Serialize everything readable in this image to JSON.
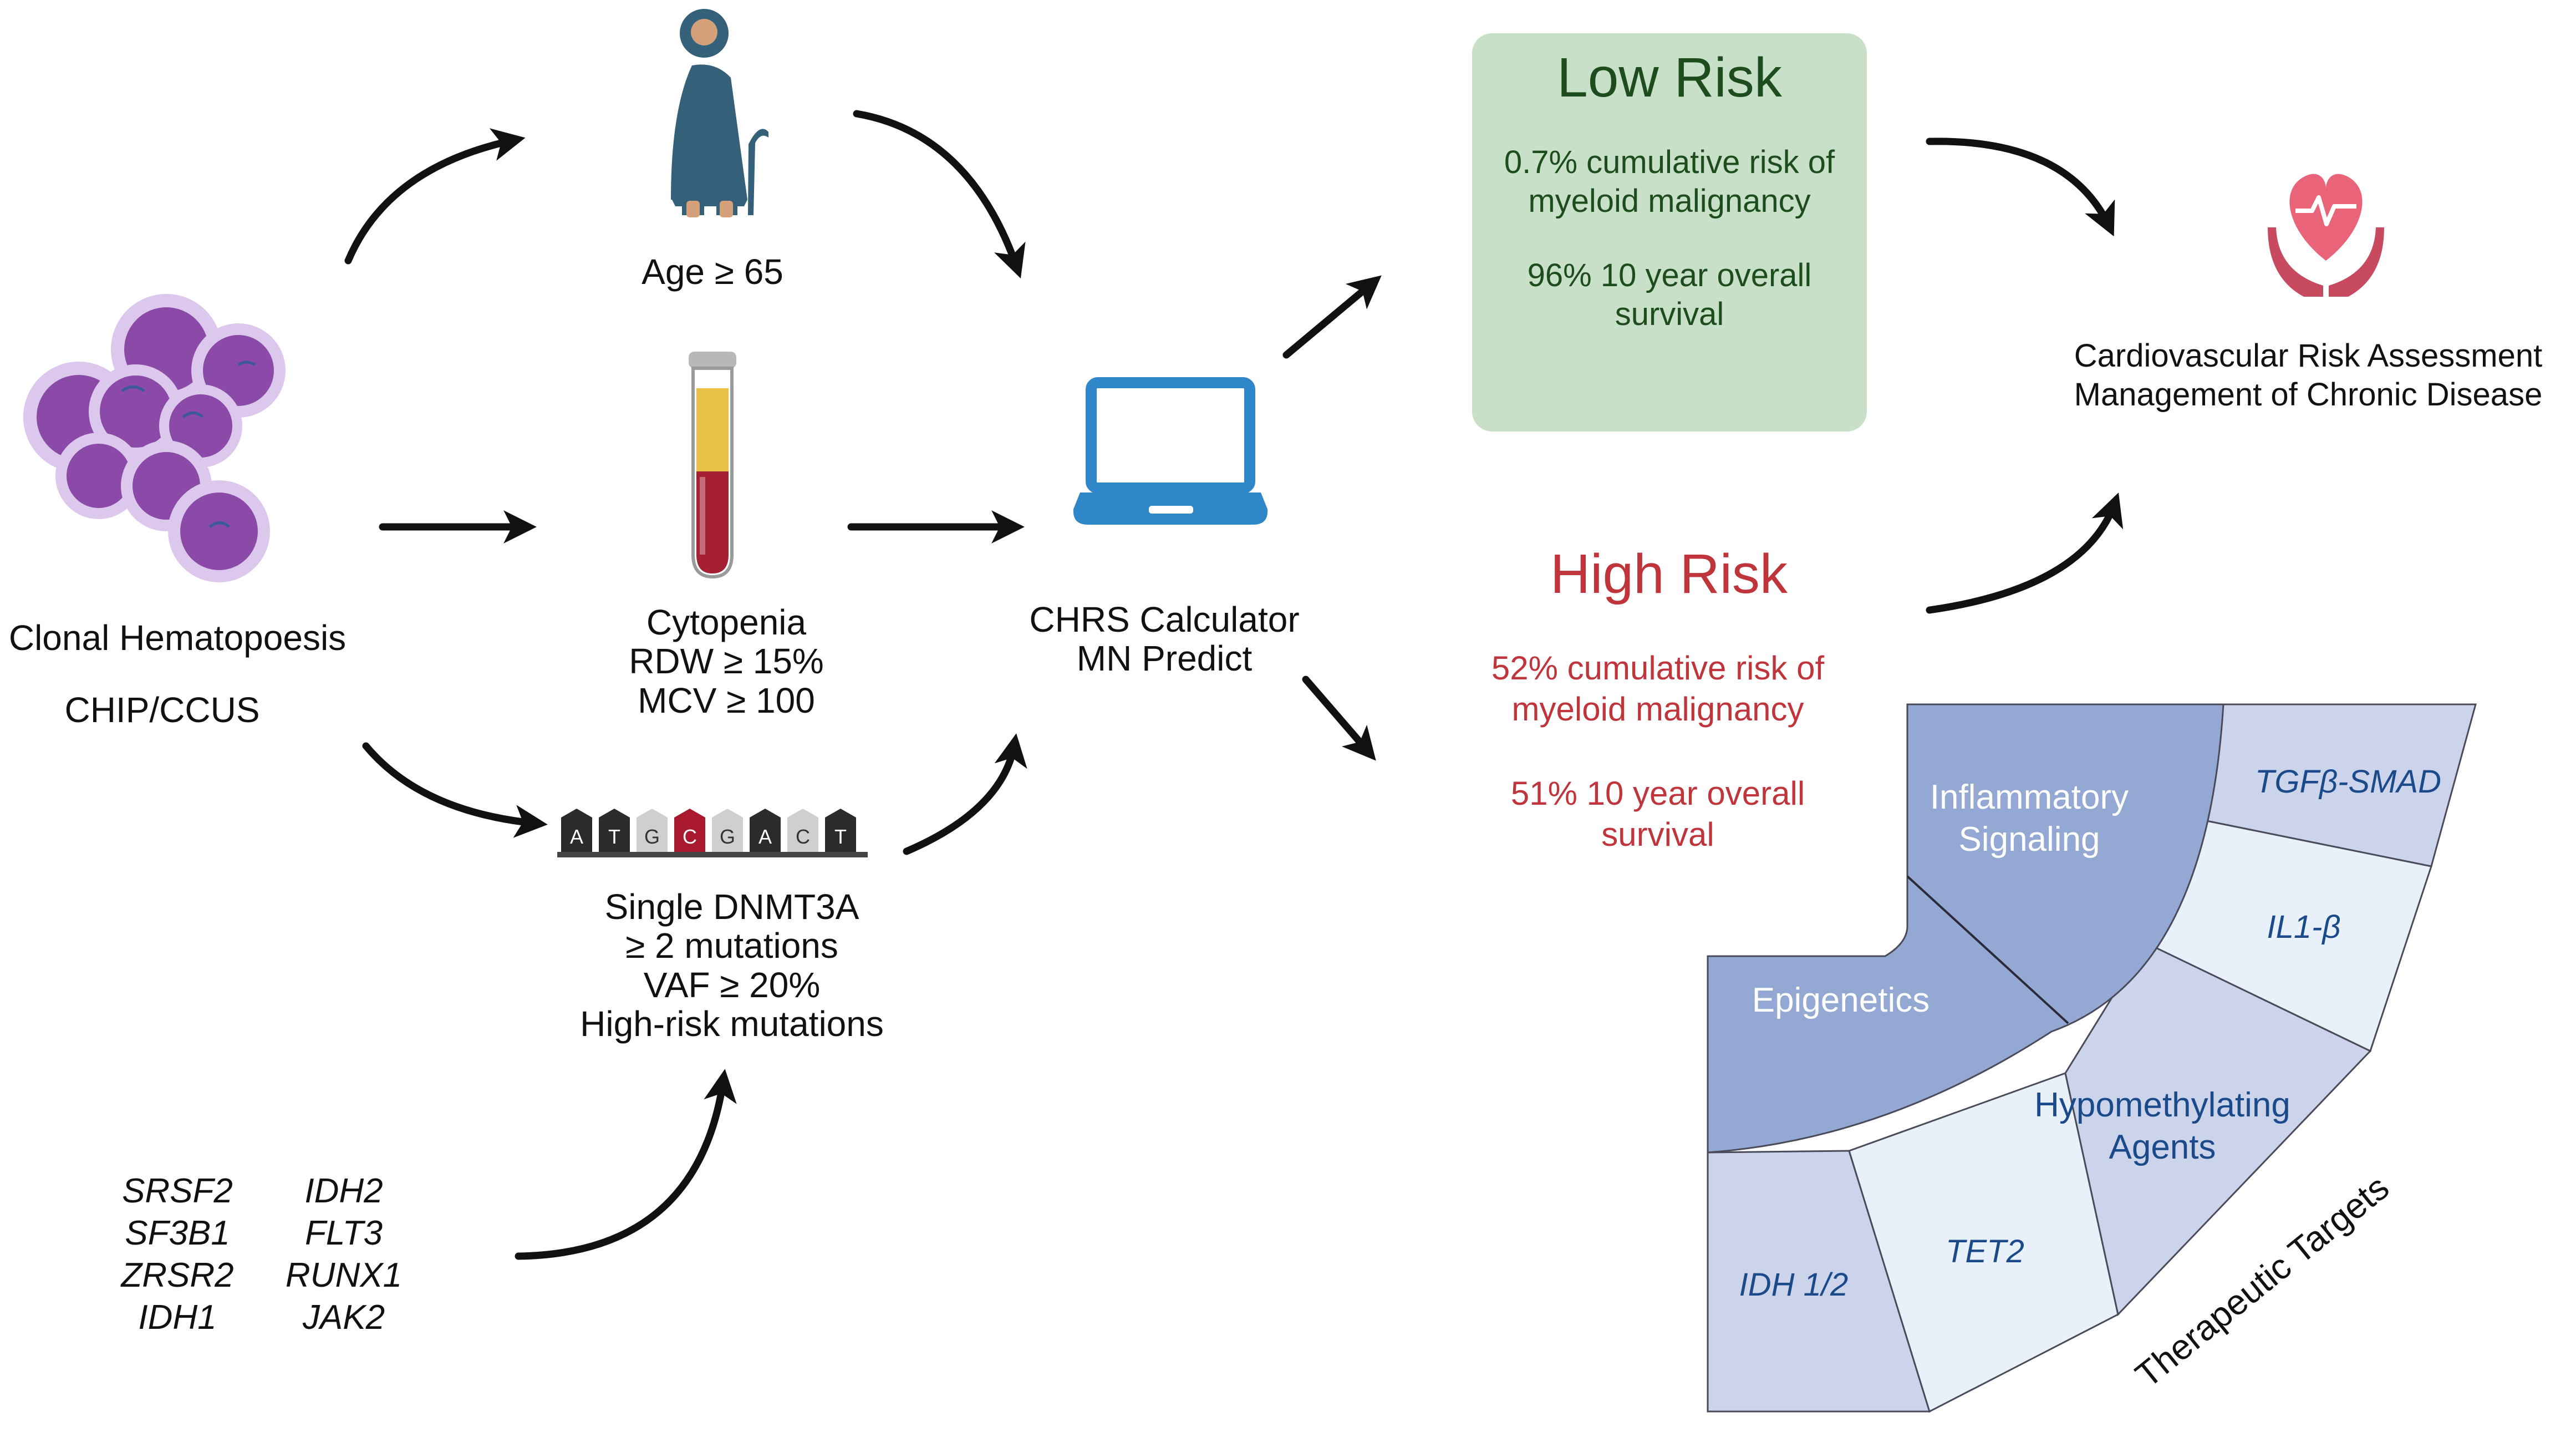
{
  "origin": {
    "title": "Clonal Hematopoesis",
    "subtitle": "CHIP/CCUS",
    "icon": "blood-cells-icon"
  },
  "criteria": {
    "age": {
      "label": "Age ≥ 65",
      "icon": "elderly-person-icon"
    },
    "cytopenia": {
      "icon": "blood-tube-icon",
      "lines": [
        "Cytopenia",
        "RDW ≥ 15%",
        "MCV ≥ 100"
      ]
    },
    "mutations": {
      "icon": "dna-sequence-icon",
      "bases": [
        "A",
        "T",
        "G",
        "C",
        "G",
        "A",
        "C",
        "T"
      ],
      "lines": [
        "Single DNMT3A",
        "≥ 2 mutations",
        "VAF ≥ 20%",
        "High-risk mutations"
      ]
    }
  },
  "genes": {
    "left": [
      "SRSF2",
      "SF3B1",
      "ZRSR2",
      "IDH1"
    ],
    "right": [
      "IDH2",
      "FLT3",
      "RUNX1",
      "JAK2"
    ]
  },
  "calculator": {
    "icon": "laptop-icon",
    "lines": [
      "CHRS Calculator",
      "MN Predict"
    ]
  },
  "low_risk": {
    "title": "Low Risk",
    "stat1": [
      "0.7% cumulative risk of",
      "myeloid malignancy"
    ],
    "stat2": [
      "96% 10 year overall",
      "survival"
    ]
  },
  "high_risk": {
    "title": "High Risk",
    "stat1": [
      "52% cumulative risk of",
      "myeloid malignancy"
    ],
    "stat2": [
      "51% 10 year overall",
      "survival"
    ]
  },
  "outcome": {
    "icon": "heart-hands-icon",
    "lines": [
      "Cardiovascular Risk Assessment",
      "Management of Chronic Disease"
    ]
  },
  "therapy_fan": {
    "label": "Therapeutic Targets",
    "inner": [
      "Epigenetics",
      "Inflammatory Signaling"
    ],
    "outer": [
      "IDH 1/2",
      "TET2",
      "Hypomethylating Agents",
      "IL1-β",
      "TGFβ-SMAD"
    ]
  },
  "colors": {
    "green_box": "#c8e0c8",
    "green_text": "#1d4d1d",
    "red_text": "#c0343b",
    "fan_inner": "#93a8d2",
    "fan_dark": "#cbd4ea",
    "fan_light": "#e8f0fa",
    "cell": "#8c4aa8",
    "laptop": "#2f86c8",
    "figure": "#34607a"
  }
}
